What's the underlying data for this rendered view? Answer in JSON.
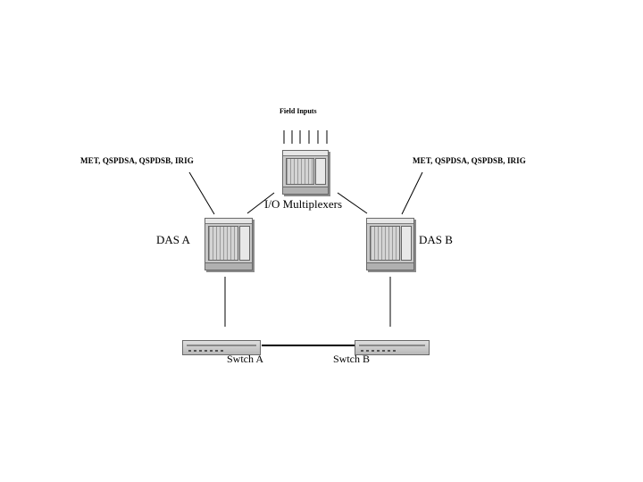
{
  "diagram": {
    "field_inputs_label": "Field Inputs",
    "mux_label": "I/O Multiplexers",
    "das_a_label": "DAS A",
    "das_b_label": "DAS B",
    "inputs_left_label": "MET, QSPDSA, QSPDSB, IRIG",
    "inputs_right_label": "MET, QSPDSA, QSPDSB, IRIG",
    "switch_a_label": "Swtch A",
    "switch_b_label": "Swtch B"
  }
}
